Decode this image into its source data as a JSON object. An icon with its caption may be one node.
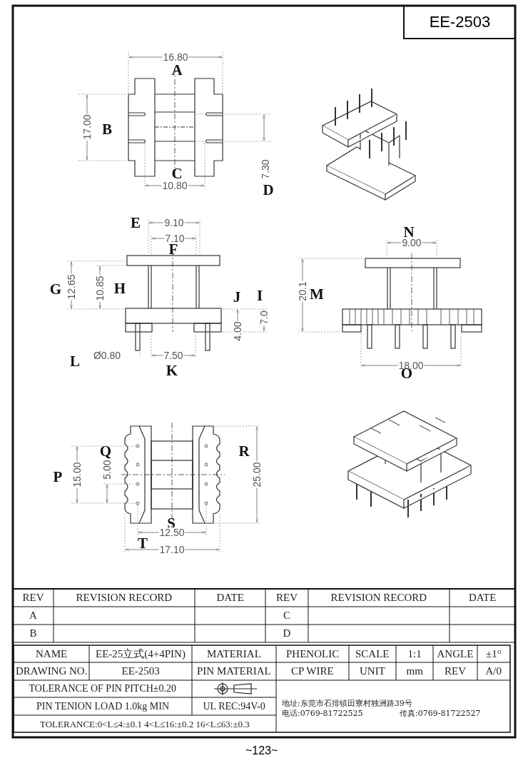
{
  "diagram": {
    "title": "EE-2503",
    "labels": [
      "16.80",
      "A",
      "B",
      "17.00",
      "7.30",
      "C",
      "10.80",
      "D",
      "E",
      "9.10",
      "7.10",
      "F",
      "G",
      "12.65",
      "10.85",
      "H",
      "J",
      "I",
      "7.0",
      "4.00",
      "L",
      "Ø0.80",
      "7.50",
      "K",
      "N",
      "9.00",
      "20.1",
      "M",
      "18.00",
      "O",
      "Q",
      "P",
      "15.00",
      "5.00",
      "R",
      "25.00",
      "S",
      "12.50",
      "T",
      "17.10",
      "REV",
      "REVISION RECORD",
      "DATE",
      "REV",
      "REVISION RECORD",
      "DATE",
      "A",
      "C",
      "B",
      "D",
      "NAME",
      "EE-25立式(4+4PIN)",
      "MATERIAL",
      "PHENOLIC",
      "SCALE",
      "1:1",
      "ANGLE",
      "±1°",
      "DRAWING NO.",
      "EE-2503",
      "PIN MATERIAL",
      "CP WIRE",
      "UNIT",
      "mm",
      "REV",
      "A/0",
      "TOLERANCE OF PIN PITCH±0.20",
      "PIN TENION LOAD 1.0kg MIN",
      "UL REC:94V-0",
      "TOLERANCE:0<L≤4:±0.1  4<L≤16:±0.2  16<L≤63:±0.3",
      "地址:东莞市石排镇田寮村独洲路39号",
      "电话:0769-81722525",
      "传真:0769-81722527",
      "~123~"
    ]
  }
}
